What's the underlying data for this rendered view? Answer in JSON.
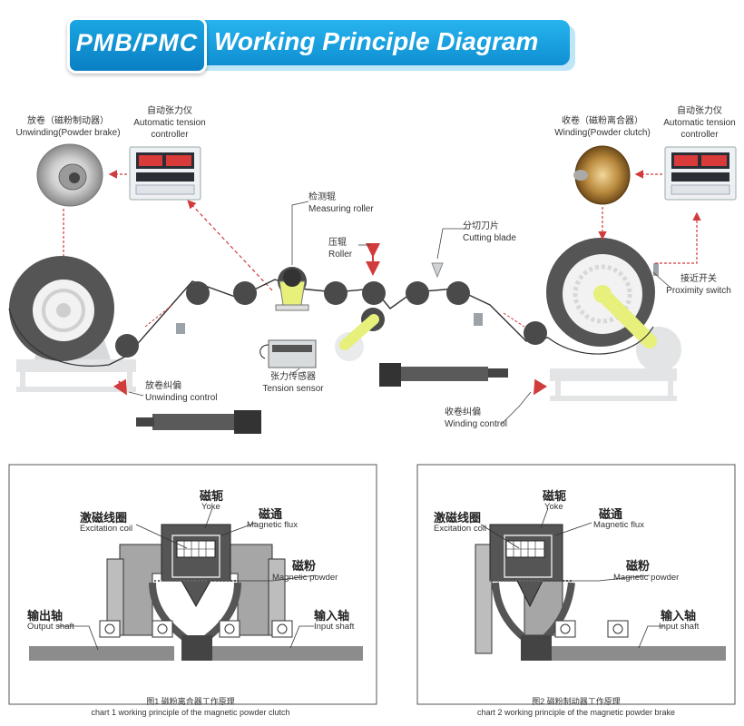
{
  "header": {
    "badge": "PMB/PMC",
    "title": "Working Principle Diagram"
  },
  "process": {
    "unwinding_cn": "放卷（磁粉制动器）",
    "unwinding_en": "Unwinding(Powder brake)",
    "controller_left_cn": "自动张力仪",
    "controller_left_en1": "Automatic tension",
    "controller_left_en2": "controller",
    "measuring_cn": "检测辊",
    "measuring_en": "Measuring roller",
    "roller_cn": "压辊",
    "roller_en": "Roller",
    "blade_cn": "分切刀片",
    "blade_en": "Cutting blade",
    "winding_cn": "收卷（磁粉离合器）",
    "winding_en": "Winding(Powder clutch)",
    "controller_right_cn": "自动张力仪",
    "controller_right_en1": "Automatic tension",
    "controller_right_en2": "controller",
    "proximity_cn": "接近开关",
    "proximity_en": "Proximity switch",
    "tension_sensor_cn": "张力传感器",
    "tension_sensor_en": "Tension sensor",
    "unwind_control_cn": "放卷纠偏",
    "unwind_control_en": "Unwinding control",
    "wind_control_cn": "收卷纠偏",
    "wind_control_en": "Winding control"
  },
  "chart1": {
    "yoke_cn": "磁轭",
    "yoke_en": "Yoke",
    "coil_cn": "激磁线圈",
    "coil_en": "Excitation coil",
    "flux_cn": "磁通",
    "flux_en": "Magnetic flux",
    "powder_cn": "磁粉",
    "powder_en": "Magnetic powder",
    "output_cn": "输出轴",
    "output_en": "Output shaft",
    "input_cn": "输入轴",
    "input_en": "Input shaft",
    "caption_cn": "图1 磁粉离合器工作原理",
    "caption_en": "chart 1 working principle of the magnetic powder clutch"
  },
  "chart2": {
    "yoke_cn": "磁轭",
    "yoke_en": "Yoke",
    "coil_cn": "激磁线圈",
    "coil_en": "Excitation coil",
    "flux_cn": "磁通",
    "flux_en": "Magnetic flux",
    "powder_cn": "磁粉",
    "powder_en": "Magnetic powder",
    "input_cn": "输入轴",
    "input_en": "Input shaft",
    "caption_cn": "图2 磁粉制动器工作原理",
    "caption_en": "chart 2 working principle of the magnetic powder brake"
  },
  "colors": {
    "accent": "#1aa6e2",
    "yellow_green": "#e6f07a",
    "dark": "#444444",
    "red_dash": "#d23b3b"
  }
}
